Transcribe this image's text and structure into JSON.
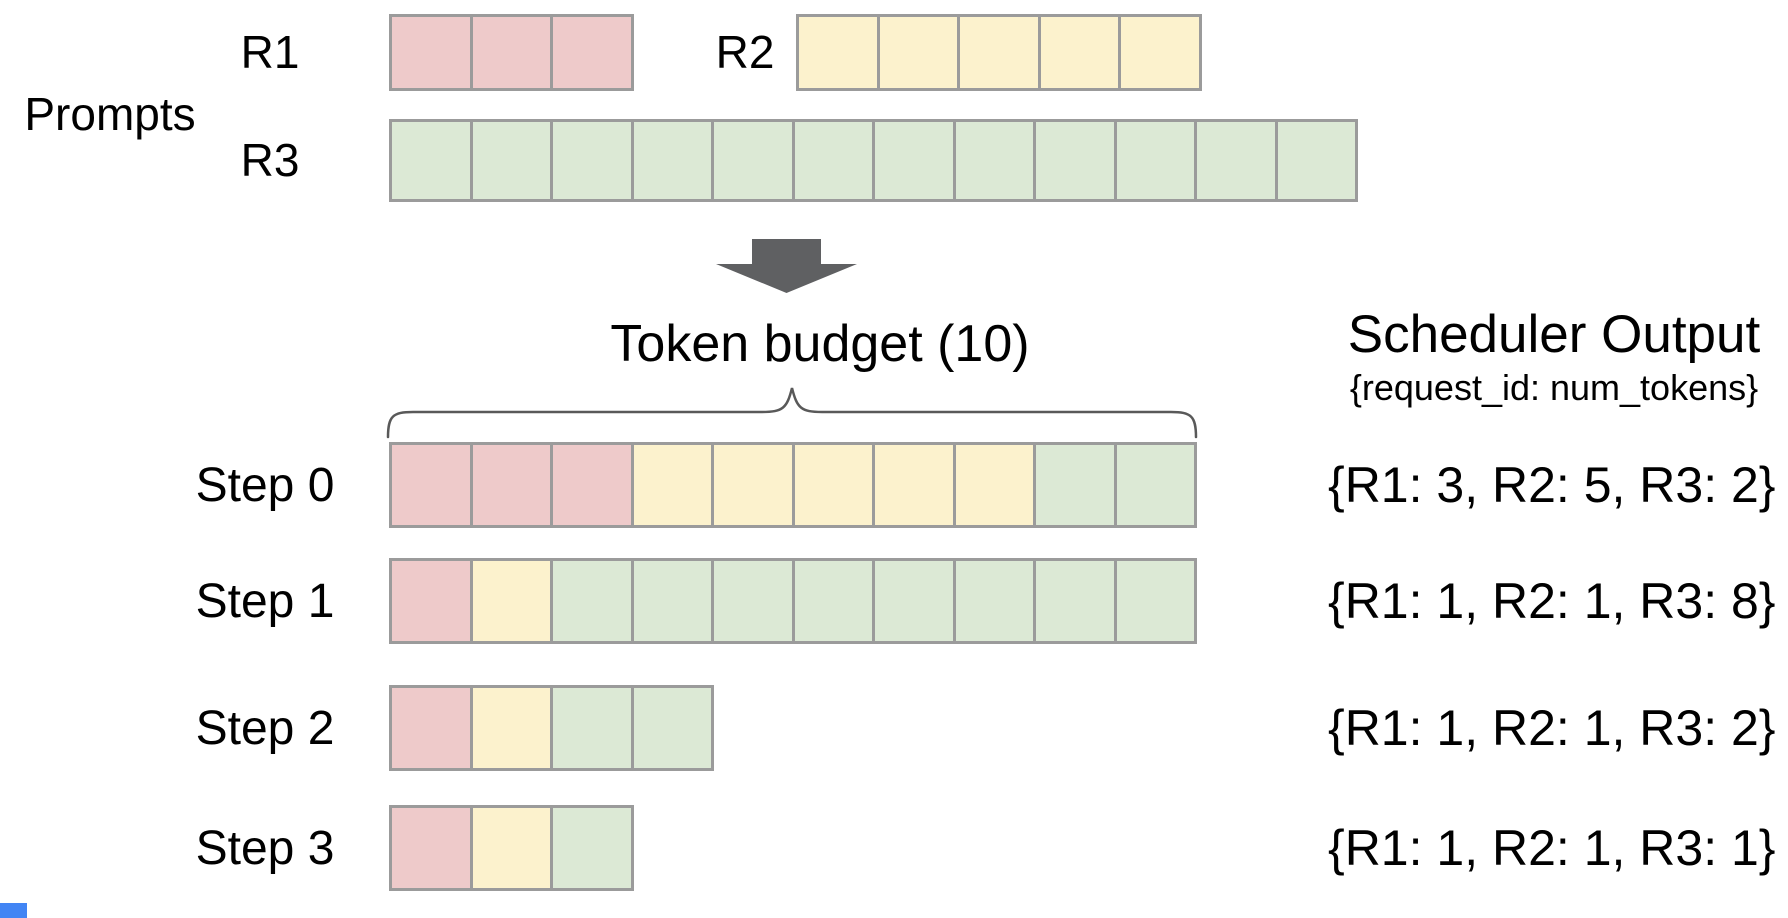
{
  "colors": {
    "red": "#eecaca",
    "yellow": "#fcf2cd",
    "green": "#dce9d5",
    "cell_border": "#9b9b9b",
    "arrow": "#5f6062",
    "brace": "#595959",
    "text": "#000000",
    "corner_marker": "#4285f4"
  },
  "prompts": {
    "section_label": "Prompts",
    "rows": [
      {
        "id": "R1",
        "label": "R1",
        "num_tokens": 3,
        "cells": [
          [
            "red",
            3
          ]
        ]
      },
      {
        "id": "R2",
        "label": "R2",
        "num_tokens": 5,
        "cells": [
          [
            "yellow",
            5
          ]
        ]
      },
      {
        "id": "R3",
        "label": "R3",
        "num_tokens": 12,
        "cells": [
          [
            "green",
            12
          ]
        ]
      }
    ]
  },
  "token_budget": {
    "label": "Token budget (10)",
    "value": 10
  },
  "scheduler_output": {
    "title": "Scheduler Output",
    "subtitle": "{request_id: num_tokens}"
  },
  "steps": [
    {
      "label": "Step 0",
      "cells": [
        [
          "red",
          3
        ],
        [
          "yellow",
          5
        ],
        [
          "green",
          2
        ]
      ],
      "output": "{R1: 3, R2: 5, R3: 2}"
    },
    {
      "label": "Step 1",
      "cells": [
        [
          "red",
          1
        ],
        [
          "yellow",
          1
        ],
        [
          "green",
          8
        ]
      ],
      "output": "{R1: 1, R2: 1, R3: 8}"
    },
    {
      "label": "Step 2",
      "cells": [
        [
          "red",
          1
        ],
        [
          "yellow",
          1
        ],
        [
          "green",
          2
        ]
      ],
      "output": "{R1: 1, R2: 1, R3: 2}"
    },
    {
      "label": "Step 3",
      "cells": [
        [
          "red",
          1
        ],
        [
          "yellow",
          1
        ],
        [
          "green",
          1
        ]
      ],
      "output": "{R1: 1, R2: 1, R3: 1}"
    }
  ]
}
